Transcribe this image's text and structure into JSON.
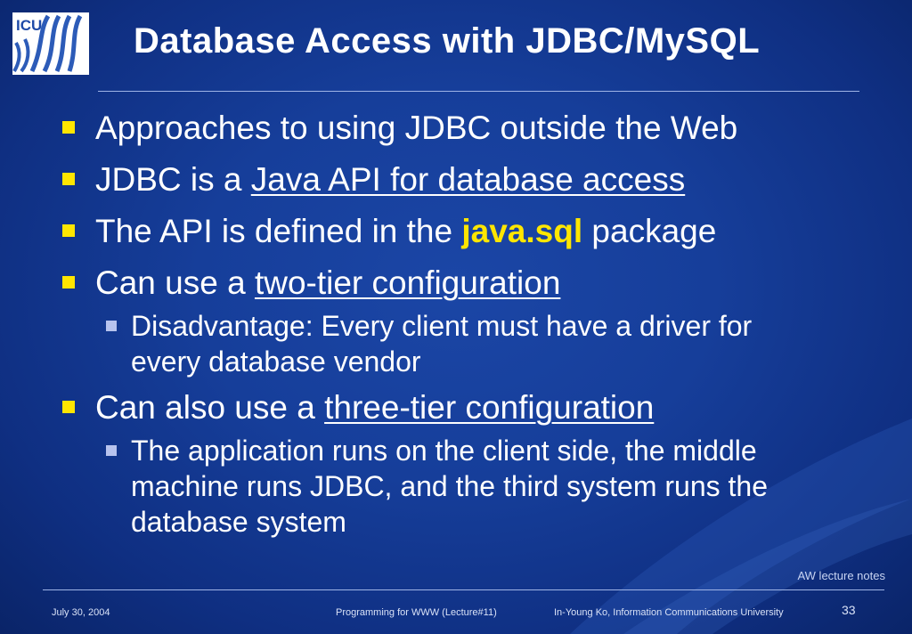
{
  "logo": {
    "text": "ICU"
  },
  "title": "Database Access with JDBC/MySQL",
  "bullets": [
    {
      "text": "Approaches to using JDBC outside the Web"
    },
    {
      "pre": "JDBC is a ",
      "link": "Java API for database access"
    },
    {
      "pre": "The API is defined in the ",
      "highlight": "java.sql",
      "post": " package"
    },
    {
      "pre": "Can use a ",
      "link": "two-tier configuration"
    },
    {
      "text": "Disadvantage: Every client must have a driver for every database vendor"
    },
    {
      "pre": "Can also use a ",
      "link": "three-tier configuration"
    },
    {
      "text": "The application runs on the client side, the middle machine runs JDBC, and the third system runs the database system"
    }
  ],
  "note": "AW lecture notes",
  "footer": {
    "date": "July 30, 2004",
    "course": "Programming for WWW (Lecture#11)",
    "author": "In-Young Ko, Information Communications University",
    "page": "33"
  },
  "colors": {
    "bullet_primary": "#ffe600",
    "bullet_secondary": "#b7c3ee",
    "background": "#163e9a"
  }
}
